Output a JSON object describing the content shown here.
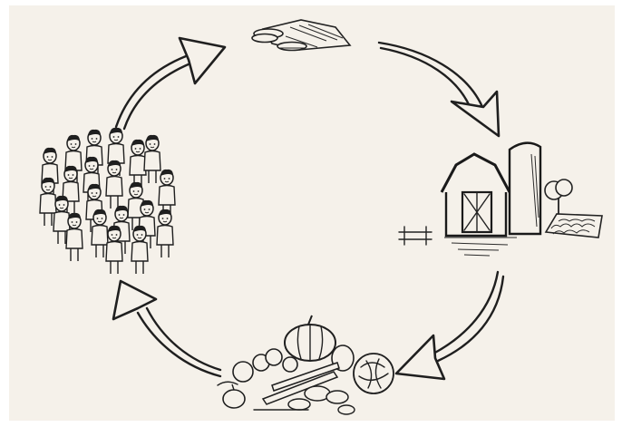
{
  "diagram": {
    "nodes": [
      {
        "id": "money",
        "icon": "money-icon"
      },
      {
        "id": "farm",
        "icon": "farm-icon"
      },
      {
        "id": "produce",
        "icon": "produce-icon"
      },
      {
        "id": "people",
        "icon": "people-icon"
      }
    ],
    "edges": [
      {
        "from": "money",
        "to": "farm"
      },
      {
        "from": "farm",
        "to": "produce"
      },
      {
        "from": "produce",
        "to": "people"
      },
      {
        "from": "people",
        "to": "money"
      }
    ]
  }
}
